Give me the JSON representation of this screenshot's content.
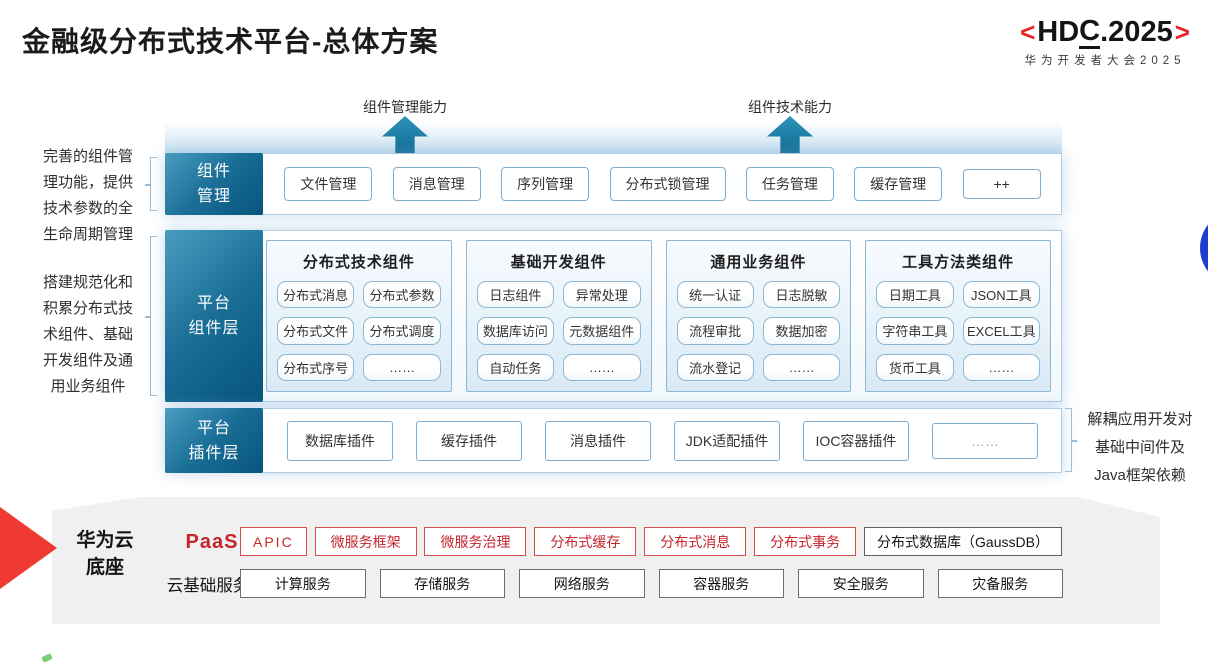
{
  "page": {
    "title": "金融级分布式技术平台-总体方案"
  },
  "logo": {
    "left_bracket": "<",
    "part1": "HD",
    "part2": "C",
    "part3": ".2025",
    "right_bracket": ">",
    "subtitle": "华为开发者大会2025",
    "accent_red": "#e5252b"
  },
  "arrows": [
    {
      "label": "组件管理能力"
    },
    {
      "label": "组件技术能力"
    }
  ],
  "left_notes": [
    {
      "lines": [
        "完善的组件管",
        "理功能，提供",
        "技术参数的全",
        "生命周期管理"
      ]
    },
    {
      "lines": [
        "搭建规范化和",
        "积累分布式技",
        "术组件、基础",
        "开发组件及通",
        "用业务组件"
      ]
    }
  ],
  "right_note": {
    "lines": [
      "解耦应用开发对",
      "基础中间件及",
      "Java框架依赖"
    ]
  },
  "rows": {
    "management": {
      "label_lines": [
        "组件",
        "管理"
      ],
      "items": [
        "文件管理",
        "消息管理",
        "序列管理",
        "分布式锁管理",
        "任务管理",
        "缓存管理",
        "++"
      ]
    },
    "components": {
      "label_lines": [
        "平台",
        "组件层"
      ],
      "columns": [
        {
          "header": "分布式技术组件",
          "items": [
            "分布式消息",
            "分布式参数",
            "分布式文件",
            "分布式调度",
            "分布式序号",
            "……"
          ]
        },
        {
          "header": "基础开发组件",
          "items": [
            "日志组件",
            "异常处理",
            "数据库访问",
            "元数据组件",
            "自动任务",
            "……"
          ]
        },
        {
          "header": "通用业务组件",
          "items": [
            "统一认证",
            "日志脱敏",
            "流程审批",
            "数据加密",
            "流水登记",
            "……"
          ]
        },
        {
          "header": "工具方法类组件",
          "items": [
            "日期工具",
            "JSON工具",
            "字符串工具",
            "EXCEL工具",
            "货币工具",
            "……"
          ]
        }
      ]
    },
    "plugins": {
      "label_lines": [
        "平台",
        "插件层"
      ],
      "items": [
        "数据库插件",
        "缓存插件",
        "消息插件",
        "JDK适配插件",
        "IOC容器插件",
        "……"
      ]
    }
  },
  "foundation": {
    "label_lines": [
      "华为云",
      "底座"
    ],
    "paas": {
      "label": "PaaS",
      "items": [
        "APIC",
        "微服务框架",
        "微服务治理",
        "分布式缓存",
        "分布式消息",
        "分布式事务"
      ],
      "db_item": "分布式数据库（GaussDB）"
    },
    "iaas": {
      "label": "云基础服务",
      "items": [
        "计算服务",
        "存储服务",
        "网络服务",
        "容器服务",
        "安全服务",
        "灾备服务"
      ]
    }
  },
  "colors": {
    "teal_dark": "#06547c",
    "teal_light": "#4a9cbf",
    "box_border_blue": "#7fadd0",
    "red_accent": "#c5242b",
    "platform_gray": "#f0f0f1",
    "blue_circle": "#1d3ed0"
  }
}
